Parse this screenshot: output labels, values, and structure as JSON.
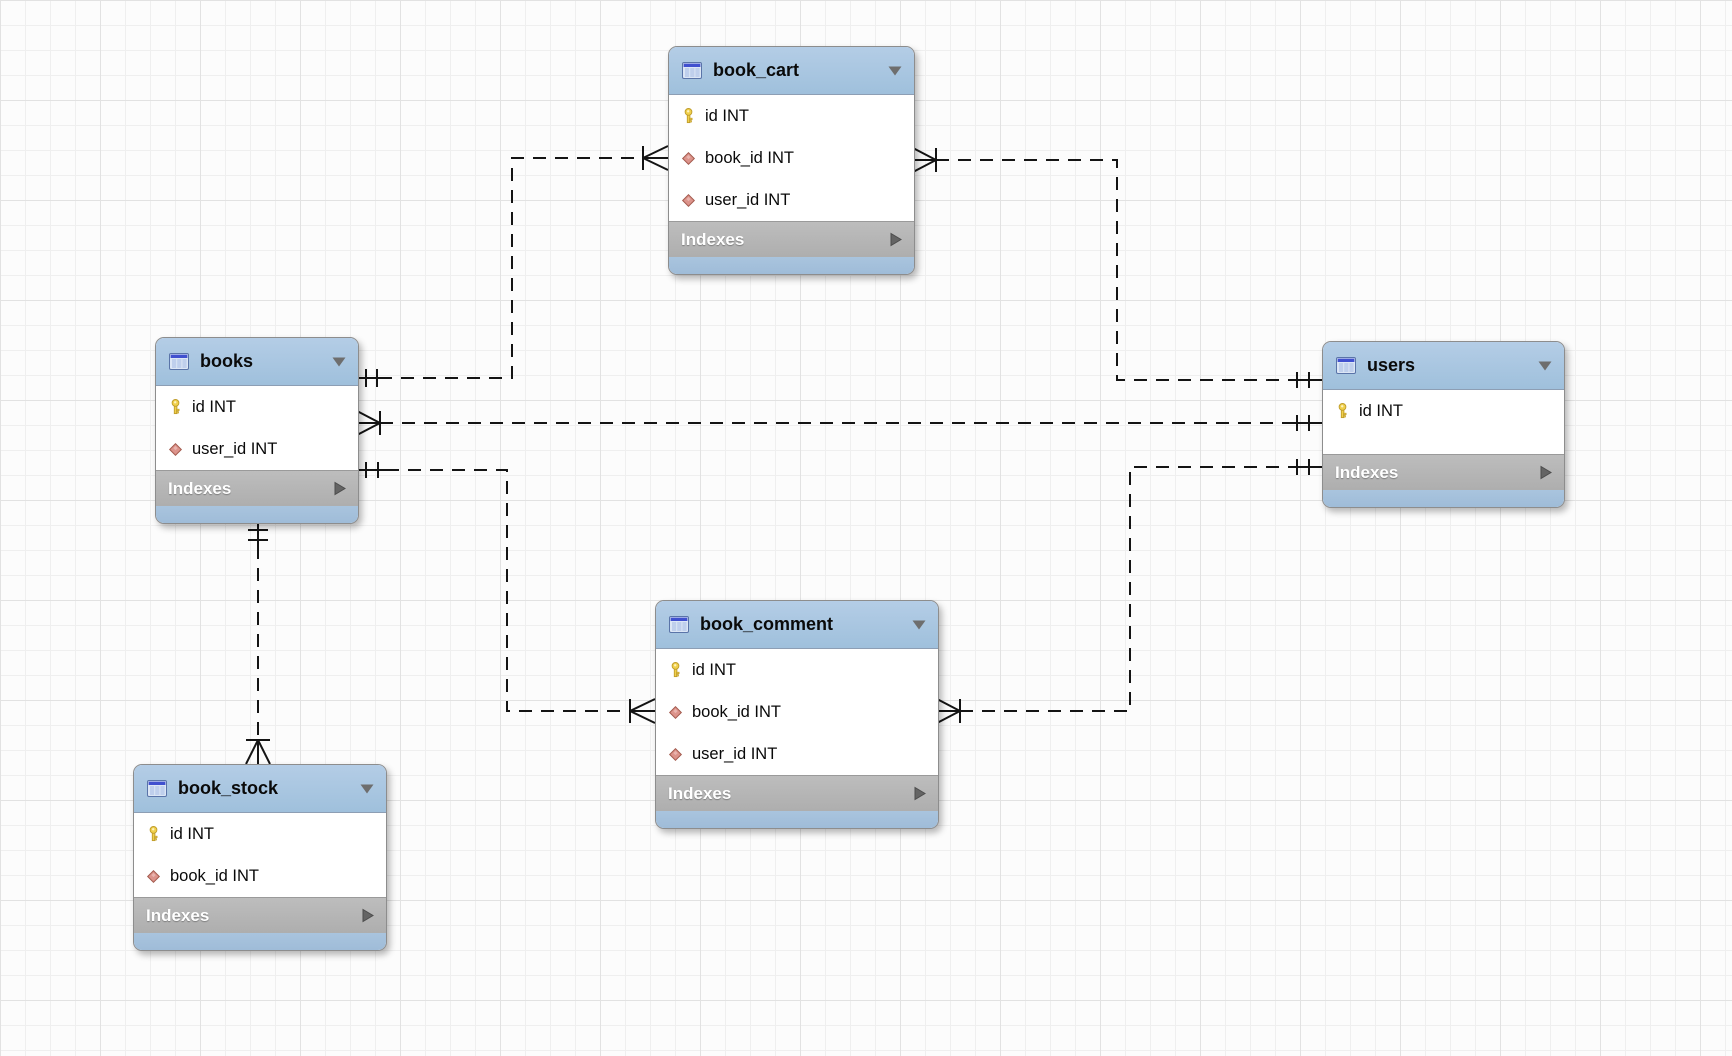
{
  "labels": {
    "indexes": "Indexes"
  },
  "colors": {
    "header_blue": "#a9c4de",
    "indexes_gray": "#b7b7b7",
    "body_white": "#ffffff",
    "grid_line": "#e9e9e9",
    "relationship_line": "#141414",
    "primary_key_yellow": "#f0d04c",
    "foreign_key_red": "#dc938b"
  },
  "tables": [
    {
      "name": "book_cart",
      "fields": [
        {
          "icon": "primary-key",
          "label": "id INT"
        },
        {
          "icon": "foreign-key",
          "label": "book_id INT"
        },
        {
          "icon": "foreign-key",
          "label": "user_id INT"
        }
      ]
    },
    {
      "name": "books",
      "fields": [
        {
          "icon": "primary-key",
          "label": "id INT"
        },
        {
          "icon": "foreign-key",
          "label": "user_id INT"
        }
      ]
    },
    {
      "name": "users",
      "fields": [
        {
          "icon": "primary-key",
          "label": "id INT"
        }
      ]
    },
    {
      "name": "book_comment",
      "fields": [
        {
          "icon": "primary-key",
          "label": "id INT"
        },
        {
          "icon": "foreign-key",
          "label": "book_id INT"
        },
        {
          "icon": "foreign-key",
          "label": "user_id INT"
        }
      ]
    },
    {
      "name": "book_stock",
      "fields": [
        {
          "icon": "primary-key",
          "label": "id INT"
        },
        {
          "icon": "foreign-key",
          "label": "book_id INT"
        }
      ]
    }
  ],
  "relationships": [
    {
      "from": "book_cart.book_id",
      "to": "books.id",
      "cardinality": "one-to-many",
      "line": "dashed"
    },
    {
      "from": "books.user_id",
      "to": "users.id",
      "cardinality": "one-to-many",
      "line": "dashed"
    },
    {
      "from": "book_cart.user_id",
      "to": "users.id",
      "cardinality": "one-to-many",
      "line": "dashed"
    },
    {
      "from": "book_comment.user_id",
      "to": "users.id",
      "cardinality": "one-to-many",
      "line": "dashed"
    },
    {
      "from": "book_comment.book_id",
      "to": "books.id",
      "cardinality": "one-to-many",
      "line": "dashed"
    },
    {
      "from": "book_stock.book_id",
      "to": "books.id",
      "cardinality": "one-to-many",
      "line": "dashed"
    }
  ]
}
